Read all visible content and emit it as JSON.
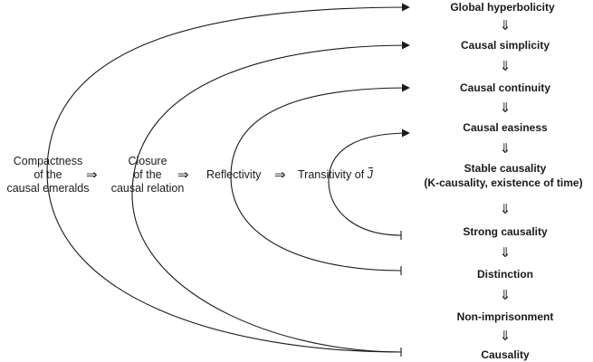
{
  "ladder": [
    {
      "id": "global-hyperbolicity",
      "label": "Global hyperbolicity"
    },
    {
      "id": "causal-simplicity",
      "label": "Causal simplicity"
    },
    {
      "id": "causal-continuity",
      "label": "Causal continuity"
    },
    {
      "id": "causal-easiness",
      "label": "Causal easiness"
    },
    {
      "id": "stable-causality",
      "label": "Stable causality",
      "sublabel": "(K-causality, existence of time)"
    },
    {
      "id": "strong-causality",
      "label": "Strong causality"
    },
    {
      "id": "distinction",
      "label": "Distinction"
    },
    {
      "id": "non-imprisonment",
      "label": "Non-imprisonment"
    },
    {
      "id": "causality",
      "label": "Causality"
    }
  ],
  "implies_symbol_down": "⇓",
  "implies_symbol_right": "⇒",
  "conditions": {
    "compactness": {
      "line1": "Compactness",
      "line2": "of the",
      "line3": "causal emeralds"
    },
    "closure": {
      "line1": "Closure",
      "line2": "of the",
      "line3": "causal relation"
    },
    "reflectivity": {
      "label": "Reflectivity"
    },
    "transitivity": {
      "label": "Transitivity of",
      "symbol": "J"
    }
  },
  "arcs": [
    {
      "from": "compactness",
      "upper_to": "global-hyperbolicity",
      "lower_to": "causality"
    },
    {
      "from": "closure",
      "upper_to": "causal-simplicity",
      "lower_to": "causality"
    },
    {
      "from": "reflectivity",
      "upper_to": "causal-continuity",
      "lower_to": "distinction"
    },
    {
      "from": "transitivity",
      "upper_to": "causal-easiness",
      "lower_to": "strong-causality"
    }
  ],
  "colors": {
    "line": "#1a1a1a",
    "background": "#ffffff"
  }
}
